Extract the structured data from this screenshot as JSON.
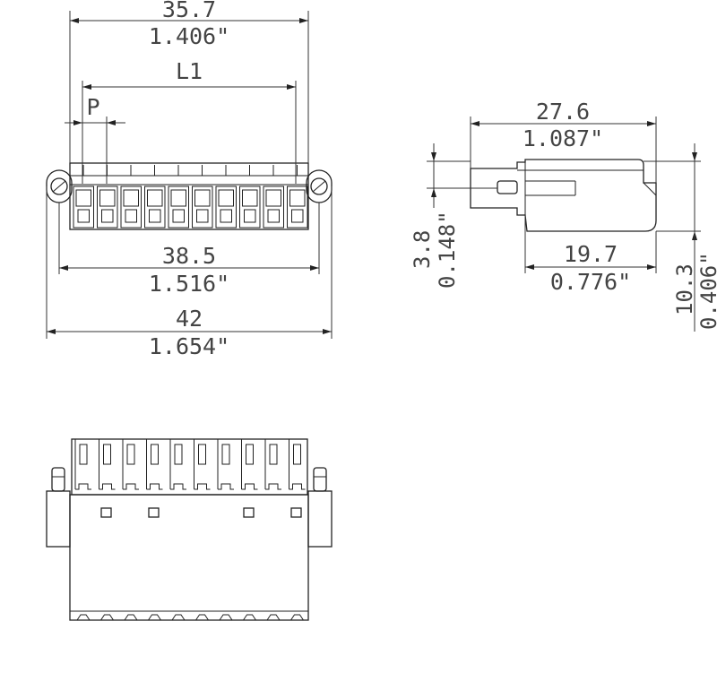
{
  "front_view": {
    "overall_35_7": {
      "mm": "35.7",
      "inch": "1.406\""
    },
    "pitch_series": {
      "label": "L1"
    },
    "pitch": {
      "label": "P"
    },
    "flange_38_5": {
      "mm": "38.5",
      "inch": "1.516\""
    },
    "overall_42": {
      "mm": "42",
      "inch": "1.654\""
    }
  },
  "side_view": {
    "length_27_6": {
      "mm": "27.6",
      "inch": "1.087\""
    },
    "length_19_7": {
      "mm": "19.7",
      "inch": "0.776\""
    },
    "height_3_8": {
      "mm": "3.8",
      "inch": "0.148\""
    },
    "height_10_3": {
      "mm": "10.3",
      "inch": "0.406\""
    }
  },
  "connector": {
    "pole_count": 10
  }
}
